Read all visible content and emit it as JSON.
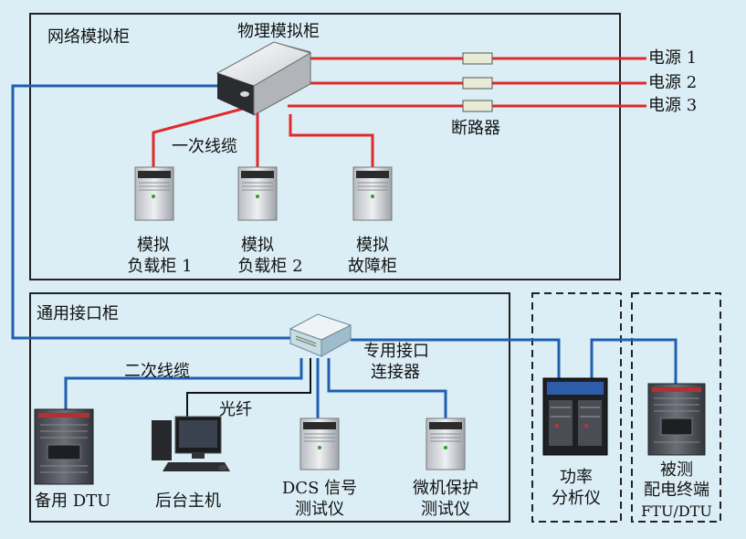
{
  "cabinets": {
    "network": "网络模拟柜",
    "physical": "物理模拟柜",
    "interface": "通用接口柜"
  },
  "power": [
    "电源 1",
    "电源 2",
    "电源 3"
  ],
  "breaker": "断路器",
  "primary_cable": "一次线缆",
  "secondary_cable": "二次线缆",
  "fiber": "光纤",
  "connector": [
    "专用接口",
    "连接器"
  ],
  "loads": [
    {
      "line1": "模拟",
      "line2": "负载柜 1"
    },
    {
      "line1": "模拟",
      "line2": "负载柜 2"
    },
    {
      "line1": "模拟",
      "line2": "故障柜"
    }
  ],
  "devices": {
    "backup_dtu": "备用 DTU",
    "host": "后台主机",
    "dcs": [
      "DCS 信号",
      "测试仪"
    ],
    "protection": [
      "微机保护",
      "测试仪"
    ],
    "power_analyzer": [
      "功率",
      "分析仪"
    ],
    "tested": [
      "被测",
      "配电终端",
      "FTU/DTU"
    ]
  },
  "colors": {
    "background": "#dbeef6",
    "power_line": "#e0292b",
    "signal_line": "#1f5fb0",
    "frame": "#222222"
  }
}
